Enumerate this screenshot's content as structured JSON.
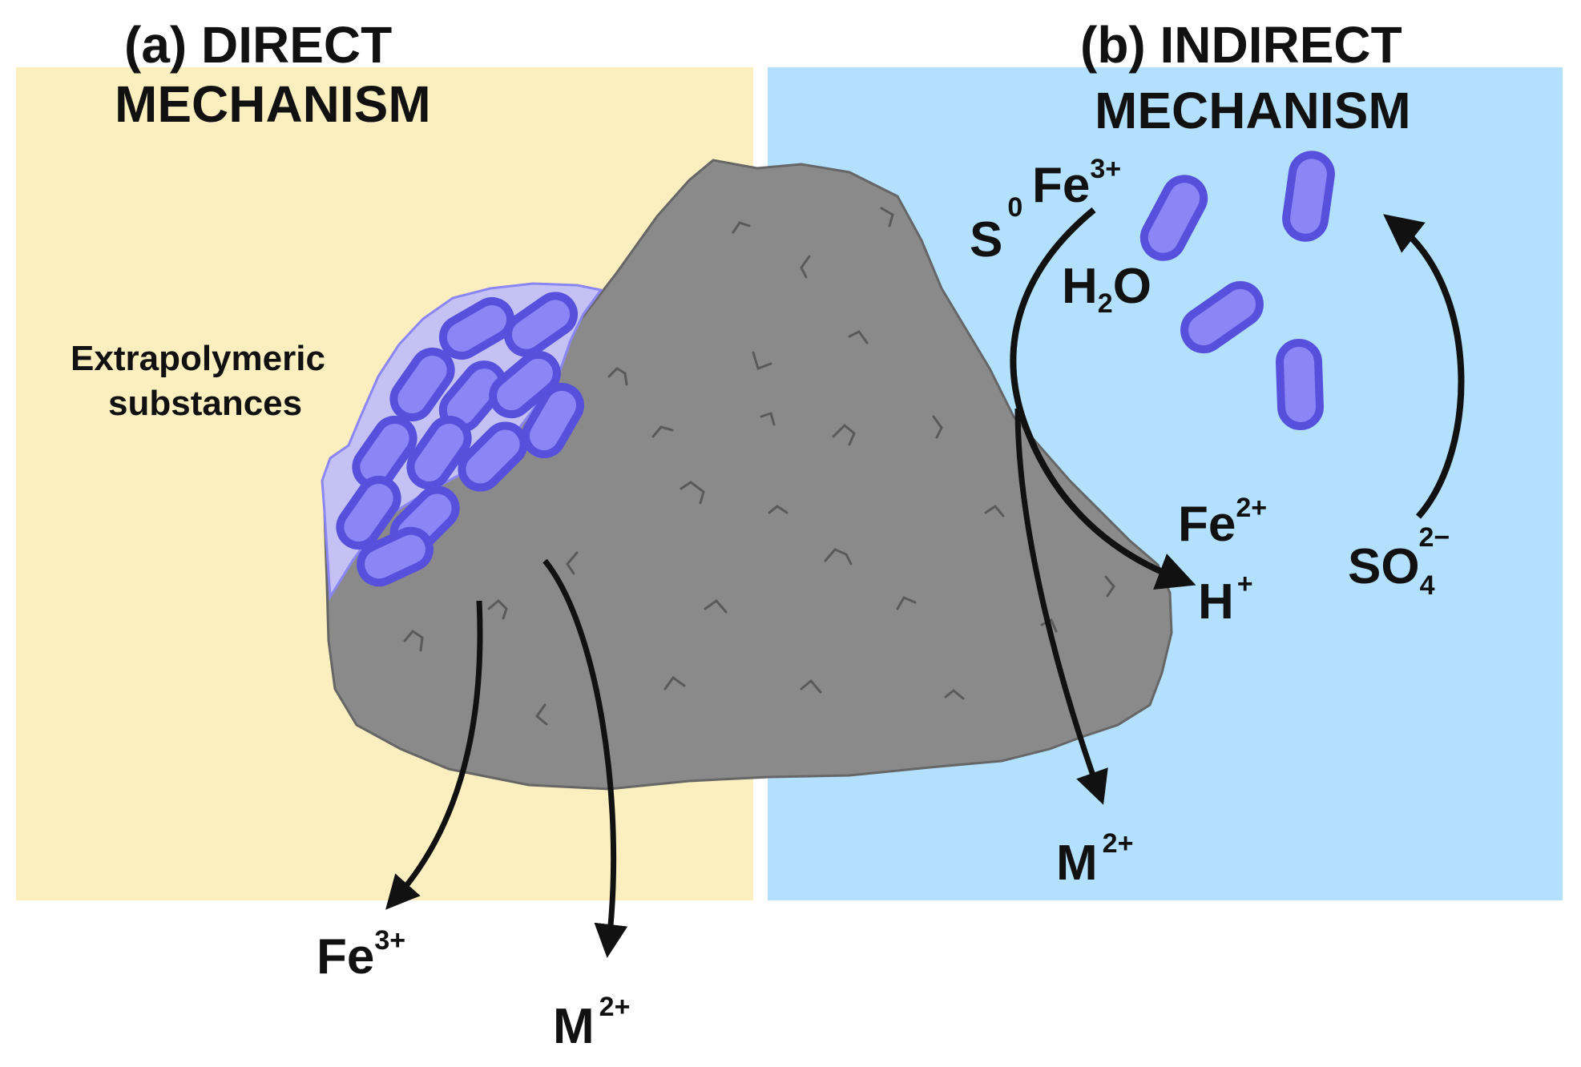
{
  "colors": {
    "direct_panel": "#fcefbf",
    "indirect_panel": "#b3e0fc",
    "rock": "#8a8a8a",
    "rock_crack": "#5a5a5a",
    "bacteria_fill": "#8a86f5",
    "bacteria_stroke": "#5650dc",
    "eps_film": "#c4c2f4",
    "arrow": "#111111"
  },
  "panels": {
    "direct": {
      "title_line1": "(a) DIRECT",
      "title_line2": "MECHANISM",
      "eps_line1": "Extrapolymeric",
      "eps_line2": "substances",
      "product_fe": {
        "base": "Fe",
        "sup": "3+"
      },
      "product_m": {
        "base": "M",
        "sup": "2+"
      }
    },
    "indirect": {
      "title_line1": "(b) INDIRECT",
      "title_line2": "MECHANISM",
      "s0": {
        "base": "S",
        "sup": "0"
      },
      "fe3": {
        "base": "Fe",
        "sup": "3+"
      },
      "h2o": {
        "base1": "H",
        "sub": "2",
        "base2": "O"
      },
      "fe2": {
        "base": "Fe",
        "sup": "2+"
      },
      "hplus": {
        "base": "H",
        "sup": "+"
      },
      "so4": {
        "base": "SO",
        "sub": "4",
        "sup": "2−"
      },
      "product_m": {
        "base": "M",
        "sup": "2+"
      }
    }
  }
}
